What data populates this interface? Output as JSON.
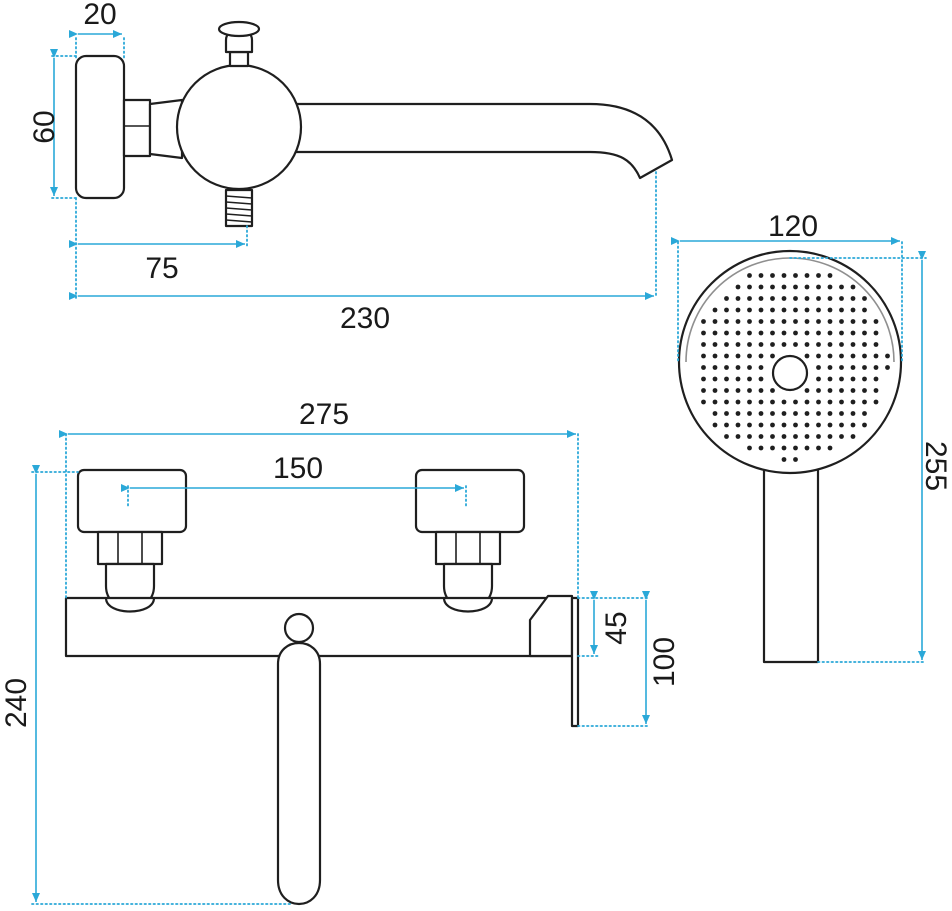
{
  "labels": {
    "d20": "20",
    "d60": "60",
    "d75": "75",
    "d230": "230",
    "d120": "120",
    "d255": "255",
    "d275": "275",
    "d150": "150",
    "d45": "45",
    "d100": "100",
    "d240": "240"
  },
  "colors": {
    "dimension": "#2aa8d8",
    "outline": "#1f1f1f",
    "background": "#ffffff"
  }
}
